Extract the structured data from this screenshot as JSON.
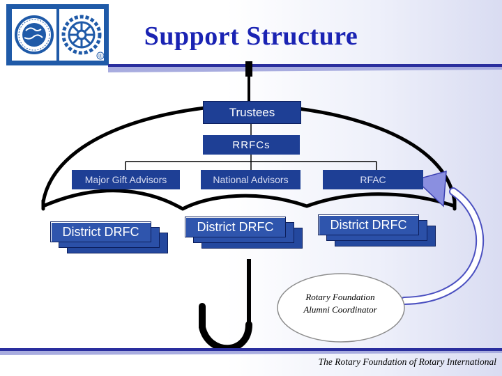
{
  "title": "Support Structure",
  "logo": {
    "icons": [
      "rotary-international-globe-icon",
      "rotary-wheel-icon"
    ],
    "mark": "®"
  },
  "colors": {
    "title": "#1a23b3",
    "box": "#1e3f95",
    "umbrella": "#000000",
    "arrow": "#6a6fd0"
  },
  "boxes": {
    "trustees": "Trustees",
    "rrfcs": "RRFCs",
    "major_gift_advisors": "Major Gift Advisors",
    "national_advisors": "National  Advisors",
    "rfac": "RFAC"
  },
  "stacks": {
    "left": "District DRFC",
    "center": "District DRFC",
    "right": "District DRFC"
  },
  "coordinator": {
    "line1": "Rotary Foundation",
    "line2": "Alumni Coordinator"
  },
  "footer": "The Rotary Foundation of Rotary International"
}
